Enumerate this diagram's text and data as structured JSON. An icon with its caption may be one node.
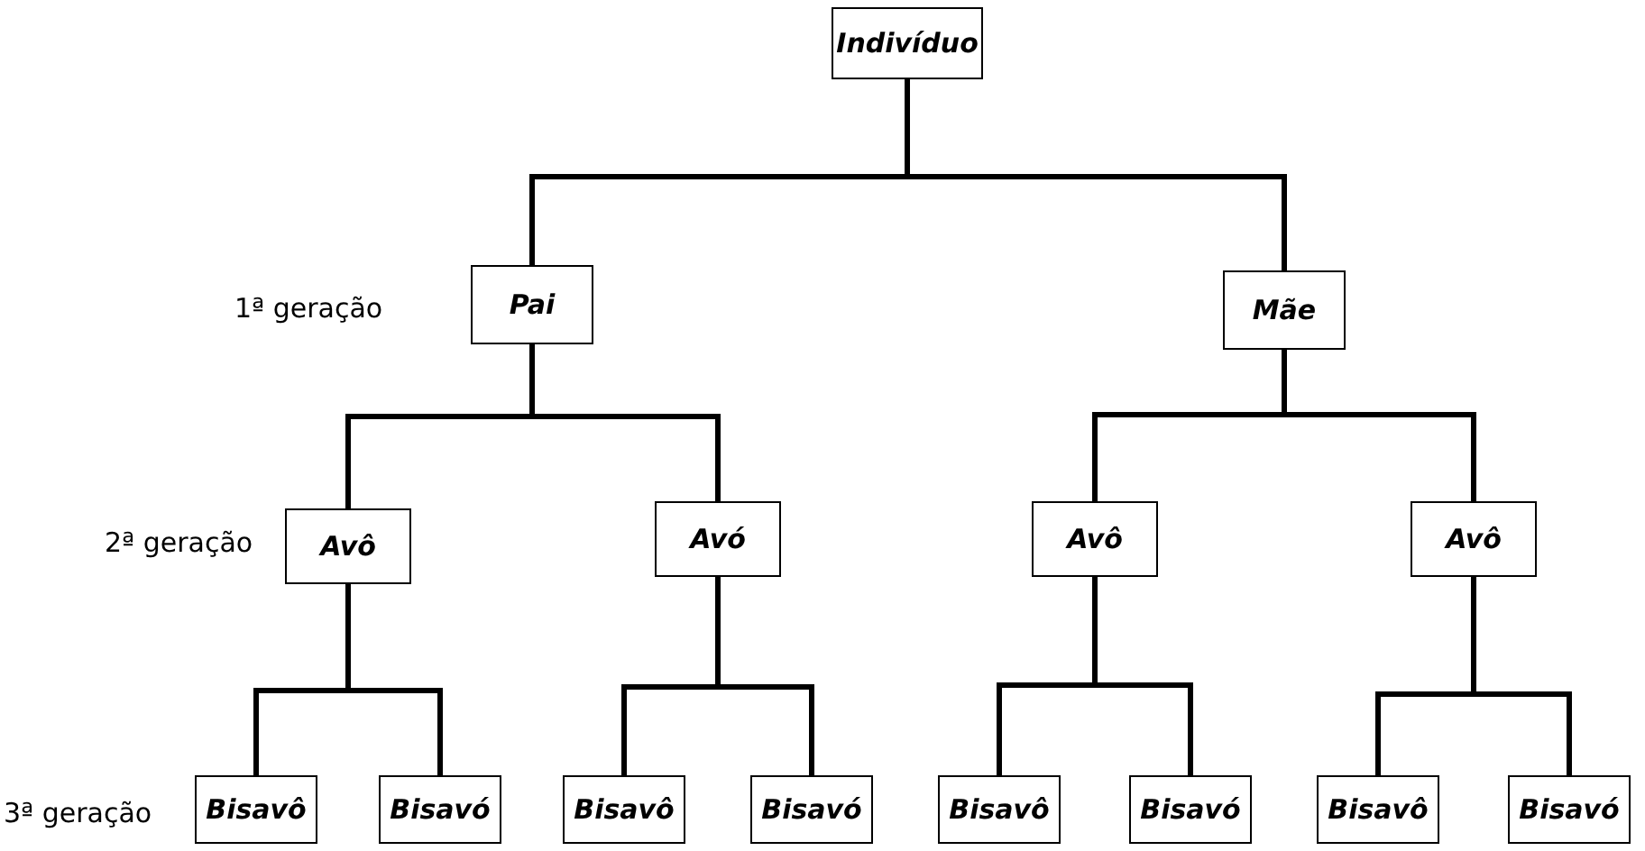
{
  "diagram": {
    "nodes": [
      {
        "text": [
          "Indivíduo"
        ]
      },
      {
        "text": [
          "Pai"
        ]
      },
      {
        "text": [
          "Mãe"
        ]
      },
      {
        "text": [
          "Avô"
        ]
      },
      {
        "text": [
          "Avó"
        ]
      },
      {
        "text": [
          "Avô"
        ]
      },
      {
        "text": [
          "Avô"
        ]
      },
      {
        "text": [
          "Bisavô"
        ]
      },
      {
        "text": [
          "Bisavó"
        ]
      },
      {
        "text": [
          "Bisavô"
        ]
      },
      {
        "text": [
          "Bisavó"
        ]
      },
      {
        "text": [
          "Bisavô"
        ]
      },
      {
        "text": [
          "Bisavó"
        ]
      },
      {
        "text": [
          "Bisavô"
        ]
      },
      {
        "text": [
          "Bisavó"
        ]
      }
    ],
    "edges": [
      {
        "from": 0,
        "to": 1,
        "arrow": "none"
      },
      {
        "from": 0,
        "to": 2,
        "arrow": "none"
      },
      {
        "from": 1,
        "to": 3,
        "arrow": "none"
      },
      {
        "from": 1,
        "to": 4,
        "arrow": "none"
      },
      {
        "from": 2,
        "to": 5,
        "arrow": "none"
      },
      {
        "from": 2,
        "to": 6,
        "arrow": "none"
      },
      {
        "from": 3,
        "to": 7,
        "arrow": "none"
      },
      {
        "from": 3,
        "to": 8,
        "arrow": "none"
      },
      {
        "from": 4,
        "to": 9,
        "arrow": "none"
      },
      {
        "from": 4,
        "to": 10,
        "arrow": "none"
      },
      {
        "from": 5,
        "to": 11,
        "arrow": "none"
      },
      {
        "from": 5,
        "to": 12,
        "arrow": "none"
      },
      {
        "from": 6,
        "to": 13,
        "arrow": "none"
      },
      {
        "from": 6,
        "to": 14,
        "arrow": "none"
      }
    ],
    "labels": [
      "1ª geração",
      "2ª geração",
      "3ª geração"
    ]
  }
}
